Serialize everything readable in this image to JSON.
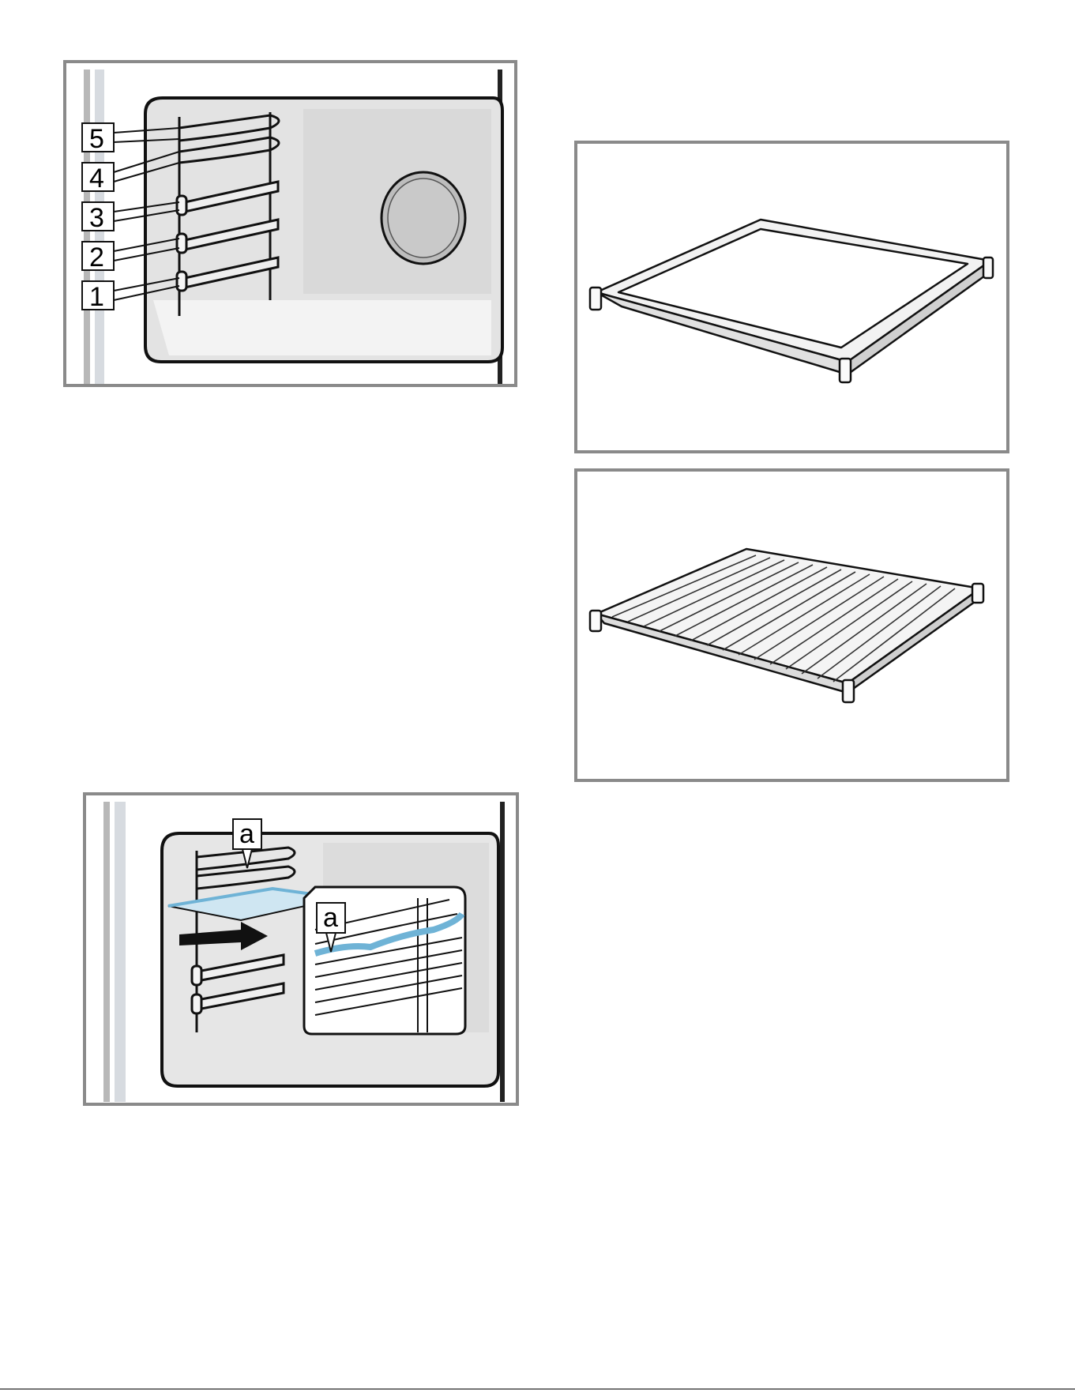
{
  "figures": {
    "rack_levels": {
      "labels": [
        "5",
        "4",
        "3",
        "2",
        "1"
      ]
    },
    "insert_rack": {
      "callout_main": "a",
      "callout_detail": "a"
    },
    "baking_tray": {},
    "wire_rack": {}
  },
  "colors": {
    "frame": "#8a8a8a",
    "oven_wall": "#e6e6e6",
    "highlight_blue": "#6fb3d6"
  }
}
